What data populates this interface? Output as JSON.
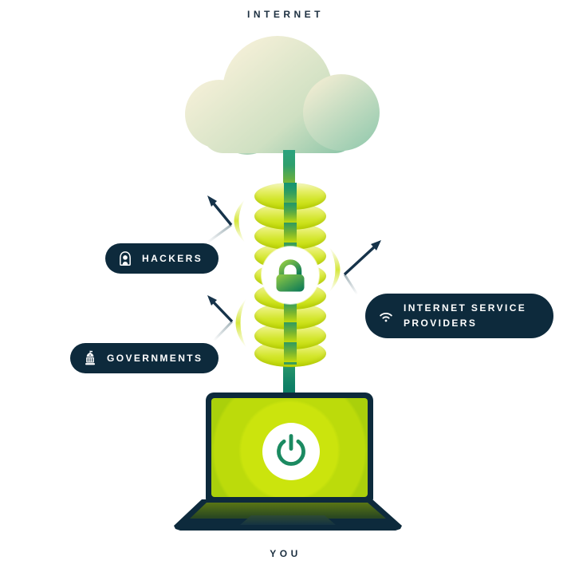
{
  "diagram": {
    "top_label": "INTERNET",
    "bottom_label": "YOU",
    "badges": {
      "hackers": {
        "label": "HACKERS",
        "icon": "hacker-icon"
      },
      "governments": {
        "label": "GOVERNMENTS",
        "icon": "government-building-icon"
      },
      "isp": {
        "label": "INTERNET SERVICE PROVIDERS",
        "icon": "wifi-icon"
      }
    },
    "icons": {
      "tunnel_center": "padlock-icon",
      "device_screen": "power-icon"
    },
    "colors": {
      "navy": "#0d2a3c",
      "lime": "#cde30a",
      "teal": "#17957a",
      "cloud_cream": "#f3efd8",
      "cloud_green": "#85c3a6",
      "lock_green_light": "#93cc43",
      "lock_green_dark": "#0c7a57",
      "arrow_navy": "#16334a"
    }
  }
}
